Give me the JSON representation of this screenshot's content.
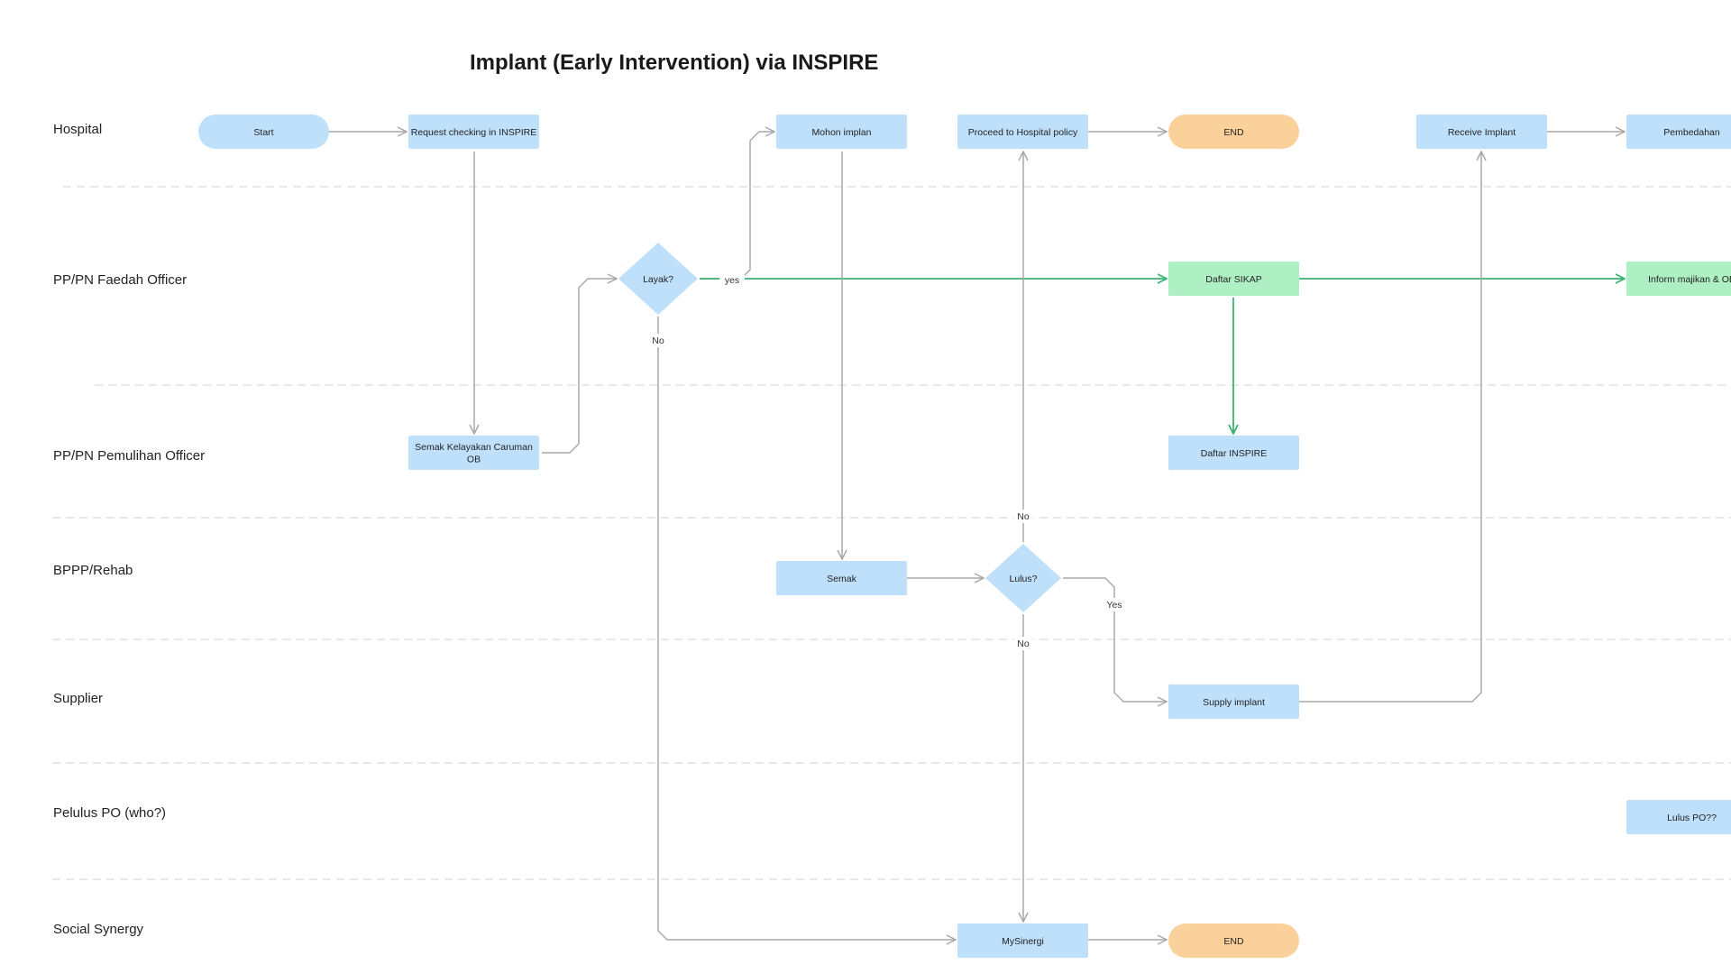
{
  "title": "Implant (Early Intervention) via INSPIRE",
  "colors": {
    "process": "#bfe0fb",
    "terminal_start": "#bfe0fb",
    "terminal_end": "#fbd19b",
    "highlight": "#aef0c4",
    "edge": "#a9a9a9",
    "edge_highlight": "#3cb371",
    "lane_divider": "#d9d9d9"
  },
  "lanes": [
    {
      "id": "hospital",
      "label": "Hospital"
    },
    {
      "id": "faedah",
      "label": "PP/PN Faedah Officer"
    },
    {
      "id": "pemulihan",
      "label": "PP/PN Pemulihan Officer"
    },
    {
      "id": "bppp",
      "label": "BPPP/Rehab"
    },
    {
      "id": "supplier",
      "label": "Supplier"
    },
    {
      "id": "pelulus",
      "label": "Pelulus PO (who?)"
    },
    {
      "id": "social",
      "label": "Social Synergy"
    }
  ],
  "nodes": [
    {
      "id": "start",
      "type": "terminal",
      "color": "start",
      "lines": [
        "Start"
      ]
    },
    {
      "id": "request",
      "type": "process",
      "color": "process",
      "lines": [
        "Request checking in INSPIRE"
      ]
    },
    {
      "id": "mohon",
      "type": "process",
      "color": "process",
      "lines": [
        "Mohon implan"
      ]
    },
    {
      "id": "proceed",
      "type": "process",
      "color": "process",
      "lines": [
        "Proceed to Hospital policy"
      ]
    },
    {
      "id": "end1",
      "type": "terminal",
      "color": "end",
      "lines": [
        "END"
      ]
    },
    {
      "id": "receive",
      "type": "process",
      "color": "process",
      "lines": [
        "Receive Implant"
      ]
    },
    {
      "id": "pembedahan",
      "type": "process",
      "color": "process",
      "lines": [
        "Pembedahan"
      ]
    },
    {
      "id": "layak",
      "type": "decision",
      "color": "process",
      "lines": [
        "Layak?"
      ]
    },
    {
      "id": "daftar_sikap",
      "type": "process",
      "color": "highlight",
      "lines": [
        "Daftar SIKAP"
      ]
    },
    {
      "id": "inform",
      "type": "process",
      "color": "highlight",
      "lines": [
        "Inform majikan & OB"
      ]
    },
    {
      "id": "semak_kelayakan",
      "type": "process",
      "color": "process",
      "lines": [
        "Semak Kelayakan Caruman",
        "OB"
      ]
    },
    {
      "id": "daftar_inspire",
      "type": "process",
      "color": "process",
      "lines": [
        "Daftar INSPIRE"
      ]
    },
    {
      "id": "semak",
      "type": "process",
      "color": "process",
      "lines": [
        "Semak"
      ]
    },
    {
      "id": "lulus",
      "type": "decision",
      "color": "process",
      "lines": [
        "Lulus?"
      ]
    },
    {
      "id": "supply",
      "type": "process",
      "color": "process",
      "lines": [
        "Supply implant"
      ]
    },
    {
      "id": "lulus_po",
      "type": "process",
      "color": "process",
      "lines": [
        "Lulus PO??"
      ]
    },
    {
      "id": "mysinergi",
      "type": "process",
      "color": "process",
      "lines": [
        "MySinergi"
      ]
    },
    {
      "id": "end2",
      "type": "terminal",
      "color": "end",
      "lines": [
        "END"
      ]
    }
  ],
  "edges": [
    {
      "from": "start",
      "to": "request",
      "label": "",
      "style": "gray"
    },
    {
      "from": "request",
      "to": "semak_kelayakan",
      "label": "",
      "style": "gray"
    },
    {
      "from": "semak_kelayakan",
      "to": "layak",
      "label": "",
      "style": "gray"
    },
    {
      "from": "layak",
      "to": "mohon",
      "label": "",
      "style": "gray"
    },
    {
      "from": "layak",
      "to": "daftar_sikap",
      "label": "yes",
      "style": "green"
    },
    {
      "from": "layak",
      "to": "mysinergi",
      "label": "No",
      "style": "gray"
    },
    {
      "from": "mohon",
      "to": "semak",
      "label": "",
      "style": "gray"
    },
    {
      "from": "proceed",
      "to": "end1",
      "label": "",
      "style": "gray"
    },
    {
      "from": "lulus",
      "to": "proceed",
      "label": "No",
      "style": "gray"
    },
    {
      "from": "semak",
      "to": "lulus",
      "label": "",
      "style": "gray"
    },
    {
      "from": "lulus",
      "to": "supply",
      "label": "Yes",
      "style": "gray"
    },
    {
      "from": "lulus",
      "to": "mysinergi",
      "label": "No",
      "style": "gray"
    },
    {
      "from": "daftar_sikap",
      "to": "daftar_inspire",
      "label": "",
      "style": "green"
    },
    {
      "from": "daftar_sikap",
      "to": "inform",
      "label": "",
      "style": "green"
    },
    {
      "from": "supply",
      "to": "receive",
      "label": "",
      "style": "gray"
    },
    {
      "from": "receive",
      "to": "pembedahan",
      "label": "",
      "style": "gray"
    },
    {
      "from": "mysinergi",
      "to": "end2",
      "label": "",
      "style": "gray"
    }
  ]
}
